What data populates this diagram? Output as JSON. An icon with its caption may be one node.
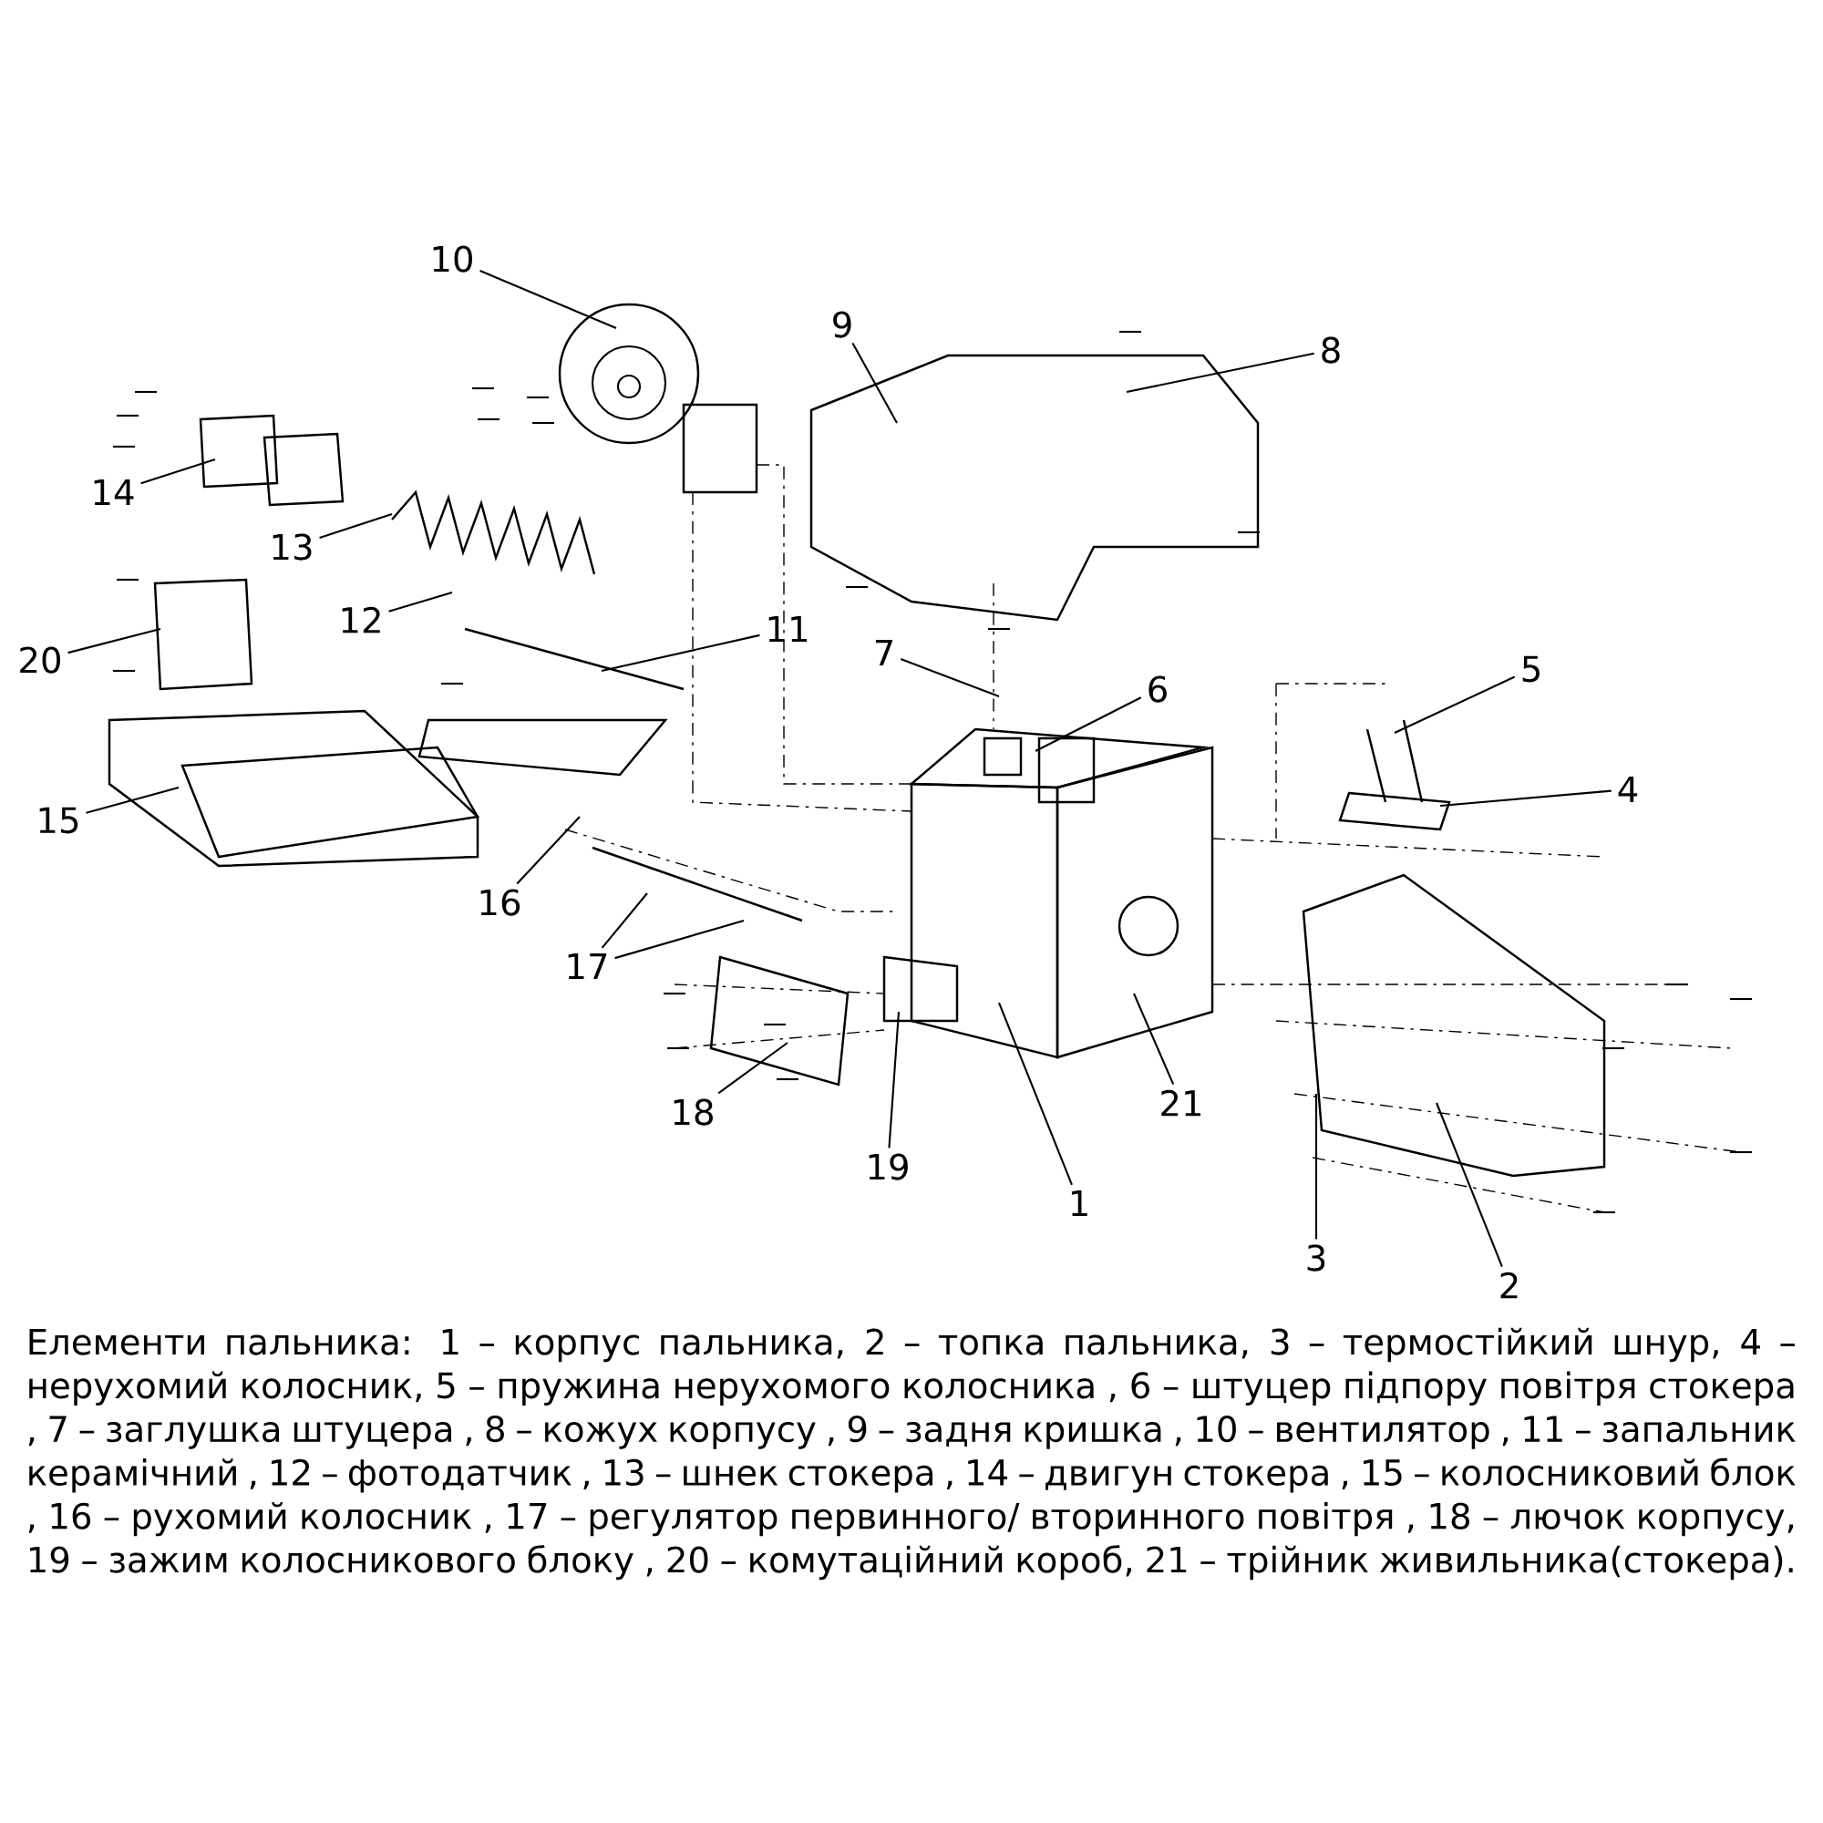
{
  "diagram": {
    "caption": "Елементи пальника: 1 – корпус пальника, 2 – топка пальника, 3 – термостійкий шнур, 4 – нерухомий колосник, 5 – пружина нерухомого колосника , 6 – штуцер підпору повітря стокера , 7 – заглушка штуцера , 8 – кожух корпусу , 9 – задня кришка , 10 – вентилятор , 11 – запальник керамічний , 12 – фотодатчик , 13 – шнек стокера , 14 – двигун стокера , 15 – колосниковий блок , 16 – рухомий колосник , 17 – регулятор первинного/ вторинного повітря , 18 – лючок корпусу, 19 – зажим колосникового блоку , 20 – комутаційний короб, 21 – трійник живильника(стокера).",
    "nodes": [
      {
        "text": [
          "10"
        ]
      },
      {
        "text": [
          "9"
        ]
      },
      {
        "text": [
          "8"
        ]
      },
      {
        "text": [
          "14"
        ]
      },
      {
        "text": [
          "13"
        ]
      },
      {
        "text": [
          "12"
        ]
      },
      {
        "text": [
          "11"
        ]
      },
      {
        "text": [
          "7"
        ]
      },
      {
        "text": [
          "20"
        ]
      },
      {
        "text": [
          "5"
        ]
      },
      {
        "text": [
          "6"
        ]
      },
      {
        "text": [
          "4"
        ]
      },
      {
        "text": [
          "15"
        ]
      },
      {
        "text": [
          "16"
        ]
      },
      {
        "text": [
          "17"
        ]
      },
      {
        "text": [
          "21"
        ]
      },
      {
        "text": [
          "18"
        ]
      },
      {
        "text": [
          "19"
        ]
      },
      {
        "text": [
          "1"
        ]
      },
      {
        "text": [
          "3"
        ]
      },
      {
        "text": [
          "2"
        ]
      }
    ],
    "edges": [
      {
        "from": 0,
        "to": null,
        "arrow": "none"
      },
      {
        "from": 1,
        "to": null,
        "arrow": "none"
      },
      {
        "from": 2,
        "to": null,
        "arrow": "none"
      },
      {
        "from": 3,
        "to": null,
        "arrow": "none"
      },
      {
        "from": 4,
        "to": null,
        "arrow": "none"
      },
      {
        "from": 5,
        "to": null,
        "arrow": "none"
      },
      {
        "from": 6,
        "to": null,
        "arrow": "none"
      },
      {
        "from": 7,
        "to": null,
        "arrow": "none"
      },
      {
        "from": 8,
        "to": null,
        "arrow": "none"
      },
      {
        "from": 9,
        "to": null,
        "arrow": "none"
      },
      {
        "from": 10,
        "to": null,
        "arrow": "none"
      },
      {
        "from": 11,
        "to": null,
        "arrow": "none"
      },
      {
        "from": 12,
        "to": null,
        "arrow": "none"
      },
      {
        "from": 13,
        "to": null,
        "arrow": "none"
      },
      {
        "from": 14,
        "to": null,
        "arrow": "none"
      },
      {
        "from": 14,
        "to": null,
        "arrow": "none"
      },
      {
        "from": 15,
        "to": null,
        "arrow": "none"
      },
      {
        "from": 16,
        "to": null,
        "arrow": "none"
      },
      {
        "from": 17,
        "to": null,
        "arrow": "none"
      },
      {
        "from": 18,
        "to": null,
        "arrow": "none"
      },
      {
        "from": 19,
        "to": null,
        "arrow": "none"
      },
      {
        "from": 20,
        "to": null,
        "arrow": "none"
      }
    ]
  }
}
